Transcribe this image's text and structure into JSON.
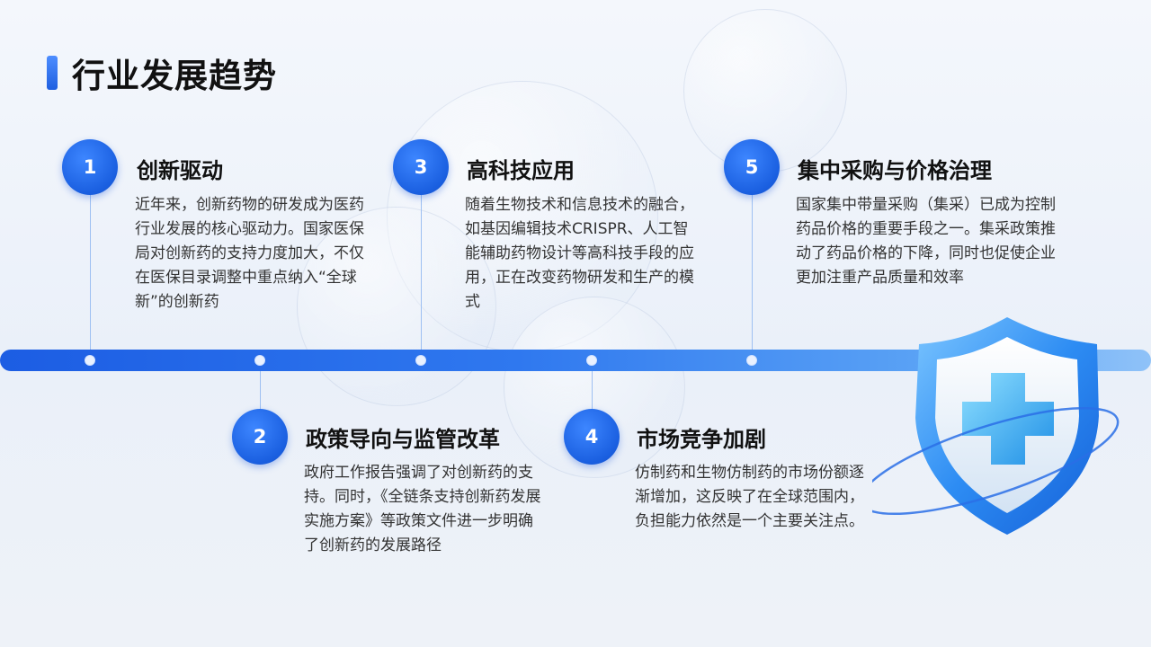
{
  "page_title": "行业发展趋势",
  "items": [
    {
      "num": "1",
      "title": "创新驱动",
      "body": "近年来，创新药物的研发成为医药行业发展的核心驱动力。国家医保局对创新药的支持力度加大，不仅在医保目录调整中重点纳入“全球新”的创新药"
    },
    {
      "num": "2",
      "title": "政策导向与监管改革",
      "body": "政府工作报告强调了对创新药的支持。同时，《全链条支持创新药发展实施方案》等政策文件进一步明确了创新药的发展路径"
    },
    {
      "num": "3",
      "title": "高科技应用",
      "body": "随着生物技术和信息技术的融合，如基因编辑技术CRISPR、人工智能辅助药物设计等高科技手段的应用，正在改变药物研发和生产的模式"
    },
    {
      "num": "4",
      "title": "市场竞争加剧",
      "body": "仿制药和生物仿制药的市场份额逐渐增加，这反映了在全球范围内，负担能力依然是一个主要关注点。"
    },
    {
      "num": "5",
      "title": "集中采购与价格治理",
      "body": "国家集中带量采购（集采）已成为控制药品价格的重要手段之一。集采政策推动了药品价格的下降，同时也促使企业更加注重产品质量和效率"
    }
  ],
  "colors": {
    "accent": "#1f5fe0",
    "timeline_end": "#8fc2f8"
  },
  "icons": {
    "illustration": "medical-shield-cross-icon"
  }
}
